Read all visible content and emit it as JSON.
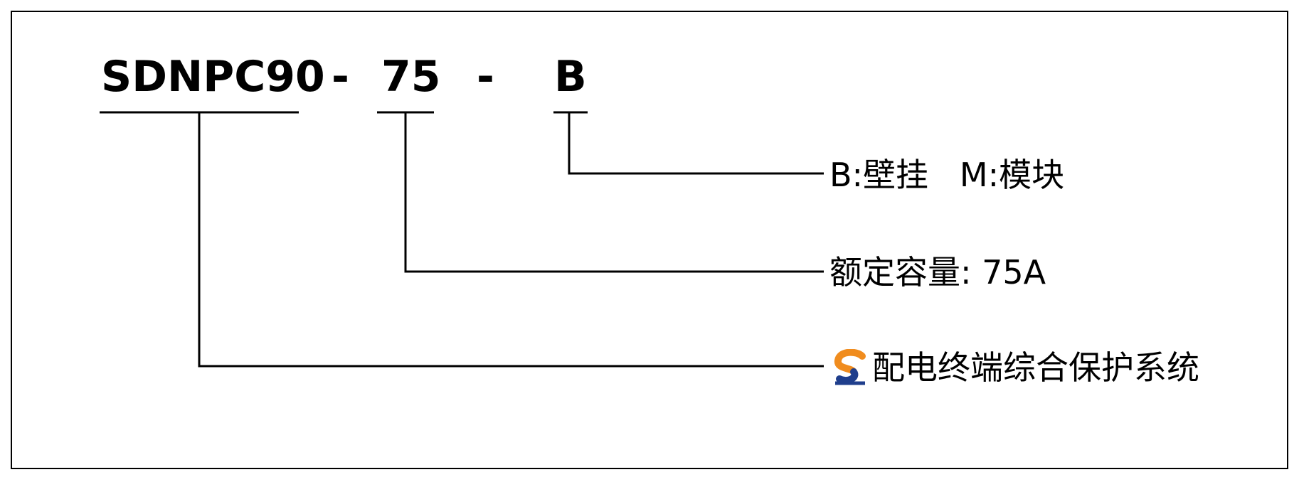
{
  "model_code": {
    "series": "SDNPC90",
    "sep1": "-",
    "capacity": "75",
    "sep2": "-",
    "mount": "B"
  },
  "legend": {
    "mount_desc": "B:壁挂   M:模块",
    "capacity_desc": "额定容量: 75A",
    "series_desc": "配电终端综合保护系统"
  },
  "colors": {
    "line": "#000000",
    "logo_orange": "#f08c1e",
    "logo_blue": "#1f3e8c"
  },
  "icons": {
    "brand_logo": "brand-s-logo-icon"
  }
}
